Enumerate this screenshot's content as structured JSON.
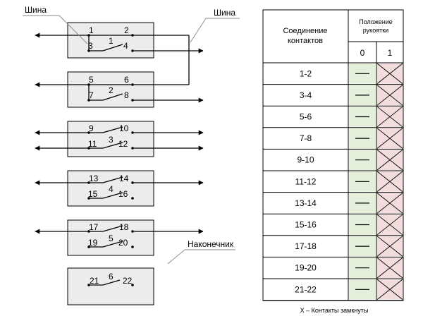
{
  "labels": {
    "bus_left": "Шина",
    "bus_right": "Шина",
    "lug": "Наконечник",
    "legend": "X – Контакты замкнуты"
  },
  "sections": [
    {
      "number": "1",
      "contacts": [
        "1",
        "2",
        "3",
        "4"
      ]
    },
    {
      "number": "2",
      "contacts": [
        "5",
        "6",
        "7",
        "8"
      ]
    },
    {
      "number": "3",
      "contacts": [
        "9",
        "10",
        "11",
        "12"
      ]
    },
    {
      "number": "4",
      "contacts": [
        "13",
        "14",
        "15",
        "16"
      ]
    },
    {
      "number": "5",
      "contacts": [
        "17",
        "18",
        "19",
        "20"
      ]
    },
    {
      "number": "6",
      "contacts": [
        "21",
        "22"
      ]
    }
  ],
  "table": {
    "header_connection": "Соединение контактов",
    "header_position": "Положение рукоятки",
    "positions": [
      "0",
      "1"
    ],
    "rows": [
      {
        "connection": "1-2",
        "pos0": "—",
        "pos1": "X"
      },
      {
        "connection": "3-4",
        "pos0": "—",
        "pos1": "X"
      },
      {
        "connection": "5-6",
        "pos0": "—",
        "pos1": "X"
      },
      {
        "connection": "7-8",
        "pos0": "—",
        "pos1": "X"
      },
      {
        "connection": "9-10",
        "pos0": "—",
        "pos1": "X"
      },
      {
        "connection": "11-12",
        "pos0": "—",
        "pos1": "X"
      },
      {
        "connection": "13-14",
        "pos0": "—",
        "pos1": "X"
      },
      {
        "connection": "15-16",
        "pos0": "—",
        "pos1": "X"
      },
      {
        "connection": "17-18",
        "pos0": "—",
        "pos1": "X"
      },
      {
        "connection": "19-20",
        "pos0": "—",
        "pos1": "X"
      },
      {
        "connection": "21-22",
        "pos0": "—",
        "pos1": "X"
      }
    ]
  },
  "colors": {
    "box_fill": "#ececec",
    "open_cell": "#e4f0dc",
    "closed_cell": "#f2dcdc",
    "line": "#000000"
  }
}
